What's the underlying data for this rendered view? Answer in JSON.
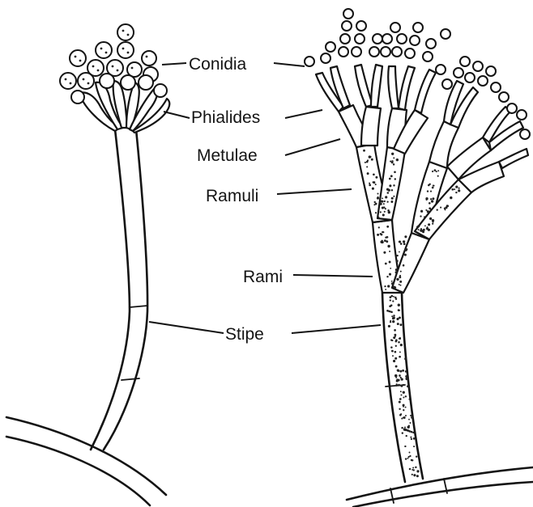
{
  "labels": {
    "conidia": "Conidia",
    "phialides": "Phialides",
    "metulae": "Metulae",
    "ramuli": "Ramuli",
    "rami": "Rami",
    "stipe": "Stipe"
  },
  "colors": {
    "ink": "#141414",
    "background": "#ffffff"
  }
}
